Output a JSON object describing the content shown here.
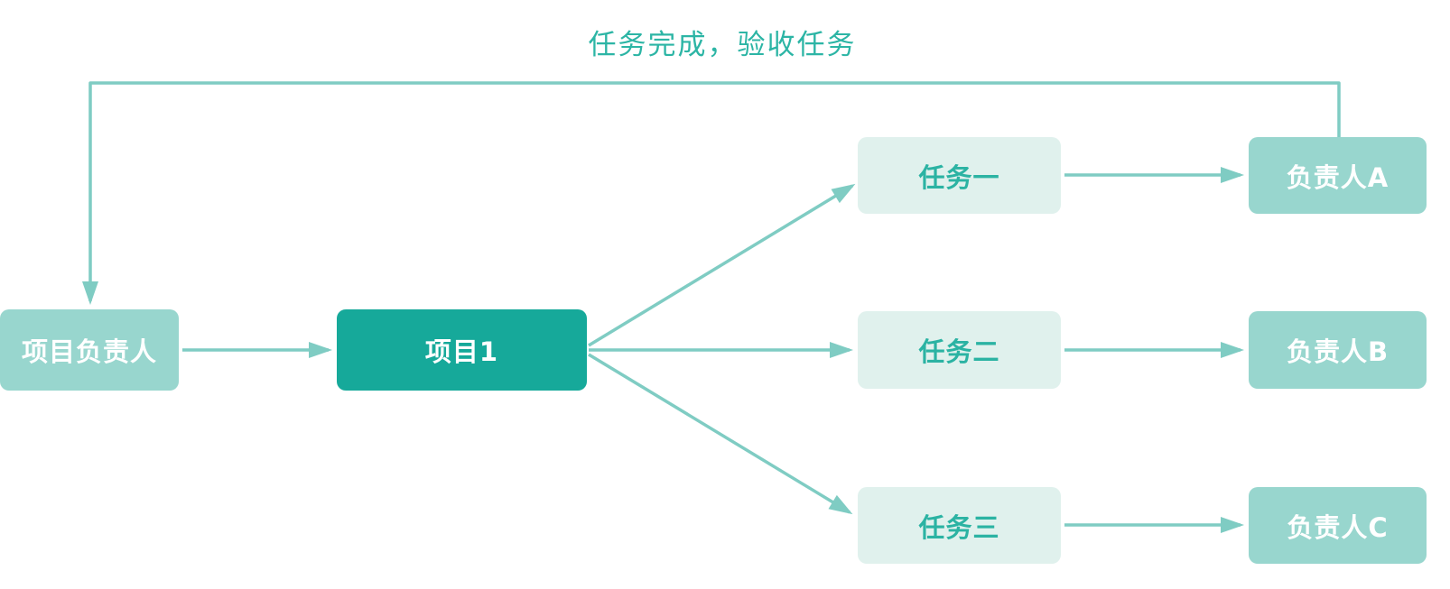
{
  "diagram": {
    "annotation": "任务完成，验收任务",
    "colors": {
      "primary": "#16a99a",
      "light": "#98d6ce",
      "pale": "#e0f1ed",
      "line": "#7fccc3",
      "text_teal": "#2bb3a3",
      "label_teal": "#2cb5a5"
    },
    "nodes": {
      "project_manager": {
        "label": "项目负责人",
        "style": "light"
      },
      "project1": {
        "label": "项目1",
        "style": "dark"
      },
      "task1": {
        "label": "任务一",
        "style": "pale"
      },
      "task2": {
        "label": "任务二",
        "style": "pale"
      },
      "task3": {
        "label": "任务三",
        "style": "pale"
      },
      "ownerA": {
        "label": "负责人A",
        "style": "light"
      },
      "ownerB": {
        "label": "负责人B",
        "style": "light"
      },
      "ownerC": {
        "label": "负责人C",
        "style": "light"
      }
    },
    "edges": [
      {
        "from": "project_manager",
        "to": "project1"
      },
      {
        "from": "project1",
        "to": "task1"
      },
      {
        "from": "project1",
        "to": "task2"
      },
      {
        "from": "project1",
        "to": "task3"
      },
      {
        "from": "task1",
        "to": "ownerA"
      },
      {
        "from": "task2",
        "to": "ownerB"
      },
      {
        "from": "task3",
        "to": "ownerC"
      },
      {
        "from": "ownerA",
        "to": "project_manager",
        "label": "任务完成，验收任务"
      }
    ]
  }
}
